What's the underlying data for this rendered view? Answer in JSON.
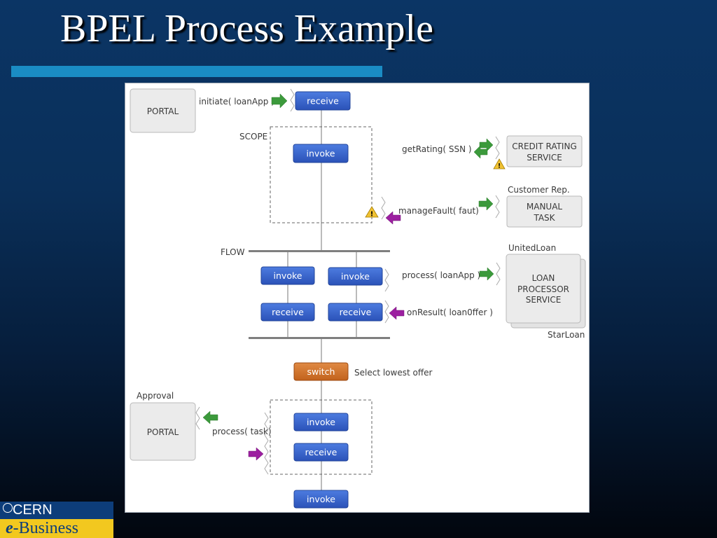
{
  "slide": {
    "title": "BPEL Process Example"
  },
  "diagram": {
    "portal_top": "PORTAL",
    "initiate_label": "initiate( loanApp )",
    "receive_top": "receive",
    "scope_label": "SCOPE",
    "invoke_scope": "invoke",
    "get_rating_label": "getRating( SSN )",
    "credit_rating_line1": "CREDIT RATING",
    "credit_rating_line2": "SERVICE",
    "customer_rep_label": "Customer Rep.",
    "manual_task_line1": "MANUAL",
    "manual_task_line2": "TASK",
    "manage_fault_label": "manageFault( faut)",
    "flow_label": "FLOW",
    "united_loan_label": "UnitedLoan",
    "invoke_flow_left": "invoke",
    "invoke_flow_right": "invoke",
    "process_loan_label": "process( loanApp )",
    "loan_processor_line1": "LOAN",
    "loan_processor_line2": "PROCESSOR",
    "loan_processor_line3": "SERVICE",
    "receive_flow_left": "receive",
    "receive_flow_right": "receive",
    "on_result_label": "onResult( loan0ffer )",
    "star_loan_label": "StarLoan",
    "switch_label": "switch",
    "switch_note": "Select lowest offer",
    "approval_label": "Approval",
    "portal_bottom": "PORTAL",
    "process_task_label": "process( task)",
    "invoke_approval": "invoke",
    "receive_approval": "receive",
    "invoke_final": "invoke"
  },
  "logo": {
    "cern": "CERN",
    "e": "e",
    "business": "-Business"
  },
  "colors": {
    "activity_blue": "#3561c8",
    "switch_orange": "#d0702a",
    "arrow_green": "#3c9a3c",
    "arrow_purple": "#9c1fa0",
    "warning_yellow": "#f1c232"
  }
}
